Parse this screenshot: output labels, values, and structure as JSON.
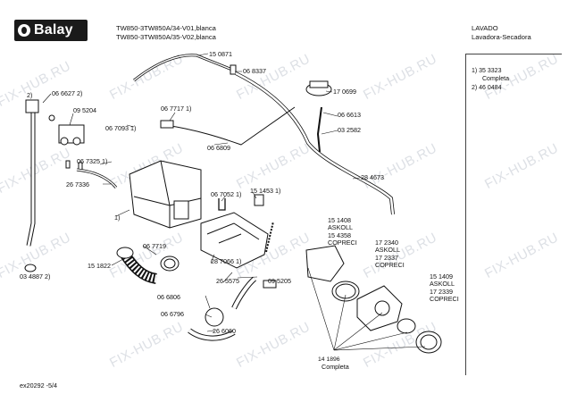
{
  "header": {
    "brand": "Balay",
    "model_line_1": "TW850-3TW850A/34-V01,blanca",
    "model_line_2": "TW850-3TW850A/35-V02,blanca",
    "category": "LAVADO",
    "subcategory": "Lavadora-Secadora"
  },
  "notes": {
    "line_1": "1) 35 3323",
    "line_2": "Completa",
    "line_3": "2) 46 0484"
  },
  "labels": {
    "p150871": "15 0871",
    "p068337": "06 8337",
    "p066627": "06 6627 2)",
    "p095204": "09 5204",
    "p067717": "06 7717 1)",
    "p067093": "06 7093 1)",
    "p066809": "06 6809",
    "p170699": "17 0699",
    "p066613": "06 6613",
    "p032582": "03 2582",
    "p284673": "28 4673",
    "p067325": "06 7325 1)",
    "p267336": "26 7336",
    "p067052": "06 7052 1)",
    "p151453": "15 1453 1)",
    "p1": "1)",
    "p2": "2)",
    "p067719": "06 7719",
    "p151822": "15 1822",
    "p287066": "28 7066 1)",
    "p034887": "03 4887 2)",
    "p066806": "06 6806",
    "p265575": "26 5575",
    "p095205": "09 5205",
    "p066796": "06 6796",
    "p266060": "26 6060",
    "p151408": "15 1408",
    "askoll1": "ASKOLL",
    "p154358": "15 4358",
    "copreci1": "COPRECI",
    "p172340": "17 2340",
    "askoll2": "ASKOLL",
    "p172337": "17 2337",
    "copreci2": "COPRECI",
    "p151409": "15 1409",
    "askoll3": "ASKOLL",
    "p172339": "17 2339",
    "copreci3": "COPRECI",
    "p141896": "14 1896",
    "completa": "Completa"
  },
  "footer": {
    "code": "ex20292 -5/4"
  },
  "watermarks": [
    "FIX-HUB.RU",
    "FIX-HUB.RU",
    "FIX-HUB.RU",
    "FIX-HUB.RU",
    "FIX-HUB.RU",
    "FIX-HUB.RU",
    "FIX-HUB.RU",
    "FIX-HUB.RU",
    "FIX-HUB.RU",
    "FIX-HUB.RU",
    "FIX-HUB.RU",
    "FIX-HUB.RU",
    "FIX-HUB.RU",
    "FIX-HUB.RU",
    "FIX-HUB.RU",
    "FIX-HUB.RU",
    "FIX-HUB.RU",
    "FIX-HUB.RU"
  ]
}
